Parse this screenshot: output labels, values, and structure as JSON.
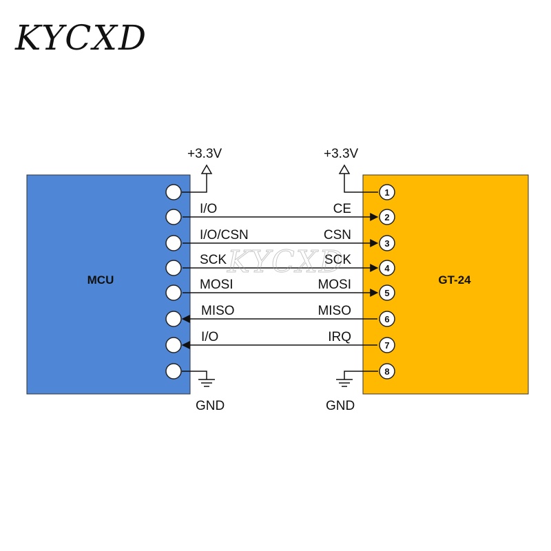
{
  "logo": {
    "text": "KYCXD"
  },
  "watermark": {
    "text": "KYCXD"
  },
  "mcu": {
    "label": "MCU",
    "color": "#4f87d6",
    "vcc": "+3.3V",
    "gnd": "GND"
  },
  "module": {
    "label": "GT-24",
    "color": "#ffb900",
    "vcc": "+3.3V",
    "gnd": "GND"
  },
  "pin_numbers": [
    "1",
    "2",
    "3",
    "4",
    "5",
    "6",
    "7",
    "8"
  ],
  "connections": [
    {
      "mcu_label": "I/O",
      "module_label": "CE",
      "direction": "to-module"
    },
    {
      "mcu_label": "I/O/CSN",
      "module_label": "CSN",
      "direction": "to-module"
    },
    {
      "mcu_label": "SCK",
      "module_label": "SCK",
      "direction": "to-module"
    },
    {
      "mcu_label": "MOSI",
      "module_label": "MOSI",
      "direction": "to-module"
    },
    {
      "mcu_label": "MISO",
      "module_label": "MISO",
      "direction": "to-mcu"
    },
    {
      "mcu_label": "I/O",
      "module_label": "IRQ",
      "direction": "to-mcu"
    }
  ]
}
